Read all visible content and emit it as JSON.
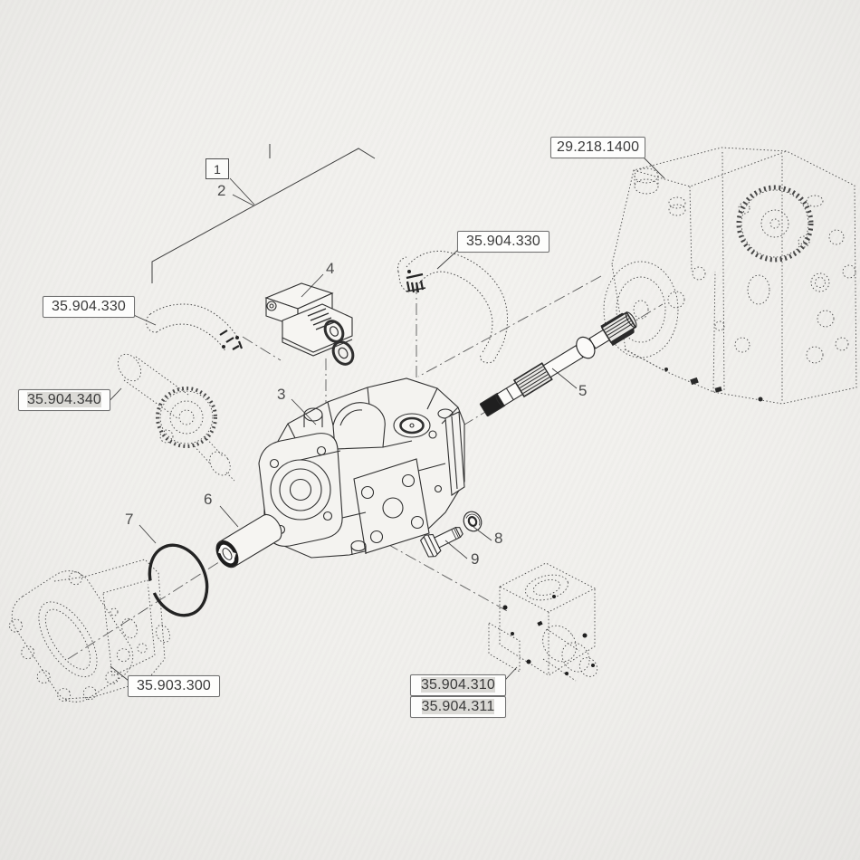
{
  "diagram": {
    "type": "exploded-parts-diagram",
    "background": "#f0efec",
    "line_color": "#2f2f2f",
    "dotted_reference_color": "#474747",
    "centerline_color": "#5a5a5a",
    "reference_labels": [
      {
        "text": "29.218.1400",
        "target": "transmission-housing",
        "style": "plain"
      },
      {
        "text": "35.904.330",
        "target": "hose-left",
        "style": "plain"
      },
      {
        "text": "35.904.340",
        "target": "clamp-assembly",
        "style": "highlight"
      },
      {
        "text": "35.904.330",
        "target": "hose-center",
        "style": "plain"
      },
      {
        "text": "35.903.300",
        "target": "gear-pump",
        "style": "highlight"
      },
      {
        "text": "35.904.310",
        "target": "control-valve-block",
        "style": "highlight"
      },
      {
        "text": "35.904.311",
        "target": "control-valve-block",
        "style": "highlight"
      }
    ],
    "item_callouts": [
      "1",
      "2",
      "3",
      "4",
      "5",
      "6",
      "7",
      "8",
      "9"
    ],
    "parts": [
      {
        "callout": "1",
        "shape": "assembly-group-marker-boxed"
      },
      {
        "callout": "2",
        "shape": "assembly-group-bracket"
      },
      {
        "callout": "3",
        "shape": "hydraulic-piston-pump"
      },
      {
        "callout": "4",
        "shape": "solenoid-valve"
      },
      {
        "callout": "5",
        "shape": "splined-drive-shaft"
      },
      {
        "callout": "6",
        "shape": "spacer-bushing"
      },
      {
        "callout": "7",
        "shape": "o-ring-seal"
      },
      {
        "callout": "8",
        "shape": "washer"
      },
      {
        "callout": "9",
        "shape": "hex-bolt"
      }
    ]
  }
}
